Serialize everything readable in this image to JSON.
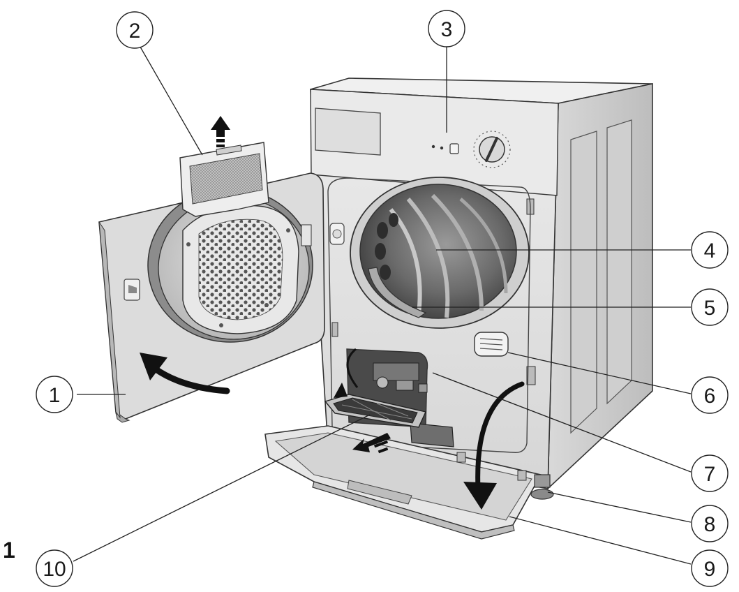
{
  "figure": {
    "label": "1"
  },
  "callouts": [
    {
      "id": "1",
      "label": "1"
    },
    {
      "id": "2",
      "label": "2"
    },
    {
      "id": "3",
      "label": "3"
    },
    {
      "id": "4",
      "label": "4"
    },
    {
      "id": "5",
      "label": "5"
    },
    {
      "id": "6",
      "label": "6"
    },
    {
      "id": "7",
      "label": "7"
    },
    {
      "id": "8",
      "label": "8"
    },
    {
      "id": "9",
      "label": "9"
    },
    {
      "id": "10",
      "label": "10"
    }
  ],
  "icons": {
    "open_door_arrow": "curved-arrow-icon",
    "lift_filter_arrow": "up-arrow-icon",
    "pull_filter_arrow": "left-arrow-icon",
    "open_flap_arrow": "curved-arrow-icon",
    "maintenance_arrow": "curved-arrow-icon"
  },
  "colors": {
    "body_light": "#e9e9e9",
    "body_mid": "#d2d2d2",
    "body_dark": "#a8a8a8",
    "outline": "#333333",
    "drum_dark": "#5a5a5a"
  }
}
